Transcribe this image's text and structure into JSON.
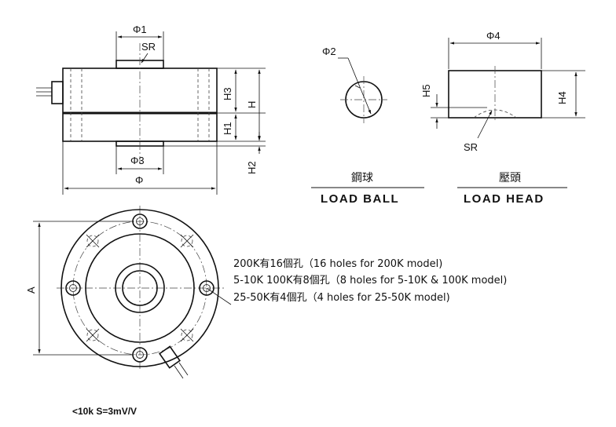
{
  "side_view": {
    "phi1": "Φ1",
    "sr": "SR",
    "h3": "H3",
    "h": "H",
    "h1": "H1",
    "h2": "H2",
    "phi3": "Φ3",
    "phi": "Φ"
  },
  "load_ball": {
    "phi2": "Φ2",
    "label_cn": "鋼球",
    "label_en": "LOAD BALL"
  },
  "load_head": {
    "phi4": "Φ4",
    "h5": "H5",
    "h4": "H4",
    "sr": "SR",
    "label_cn": "壓頭",
    "label_en": "LOAD HEAD"
  },
  "top_view": {
    "a": "A",
    "holes_note": [
      "200K有16個孔（16 holes for 200K model)",
      "5-10K 100K有8個孔（8 holes for 5-10K & 100K model)",
      "25-50K有4個孔（4 holes for 25-50K model)"
    ]
  },
  "spec": "<10k  S=3mV/V"
}
